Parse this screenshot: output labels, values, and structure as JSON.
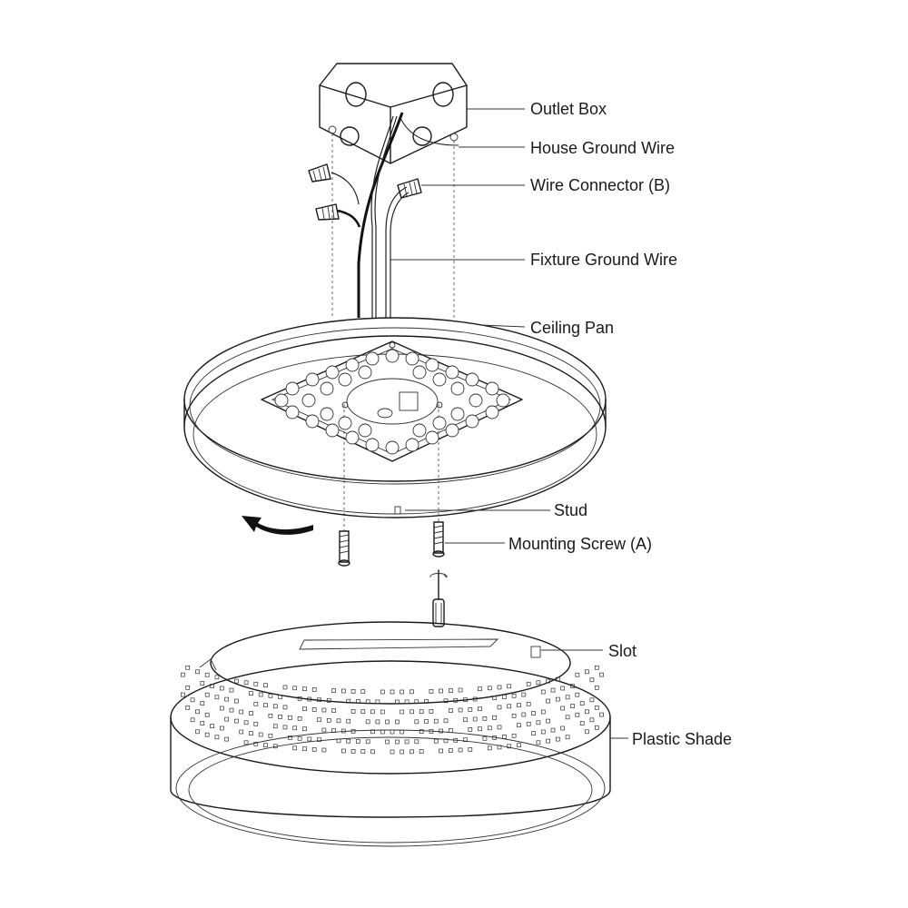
{
  "diagram": {
    "callouts": {
      "outlet_box": "Outlet Box",
      "house_ground_wire": "House Ground Wire",
      "wire_connector": "Wire Connector (B)",
      "fixture_ground_wire": "Fixture Ground Wire",
      "ceiling_pan": "Ceiling Pan",
      "stud": "Stud",
      "mounting_screw": "Mounting Screw (A)",
      "slot": "Slot",
      "plastic_shade": "Plastic Shade"
    },
    "icons": [
      "outlet-box-icon",
      "wire-connector-icon",
      "ceiling-pan-icon",
      "led-module-icon",
      "mounting-screw-icon",
      "screwdriver-icon",
      "rotate-arrow-icon",
      "plastic-shade-icon"
    ],
    "colors": {
      "line": "#1a1a1a",
      "background": "#ffffff",
      "wire_black": "#111111"
    }
  }
}
